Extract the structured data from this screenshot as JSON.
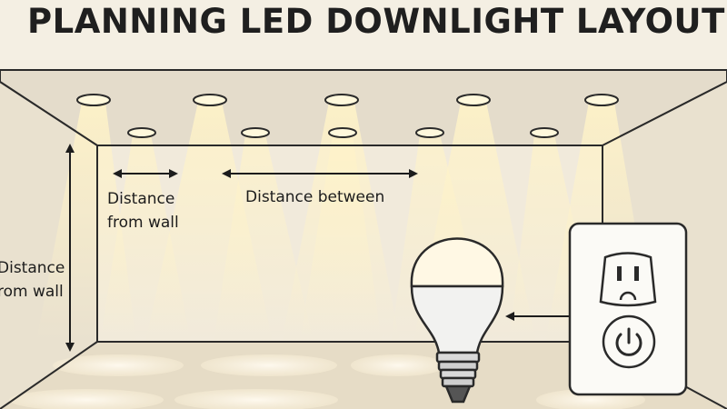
{
  "title": "PLANNING LED DOWNLIGHT LAYOUT",
  "labels": {
    "distance_from_wall_line1": "Distance",
    "distance_from_wall_line2": "from wall",
    "distance_between": "Distance between",
    "side_distance_line1": "Distance",
    "side_distance_line2": "rom wall"
  },
  "icons": [
    "led-bulb-icon",
    "wall-outlet-icon",
    "power-button-icon"
  ],
  "colors": {
    "background": "#f4efe3",
    "ceiling": "#e4dccb",
    "back_wall": "#f1eadb",
    "floor": "#e6dcc6",
    "light_glow": "#fff6d6",
    "outline": "#2a2a2a"
  }
}
